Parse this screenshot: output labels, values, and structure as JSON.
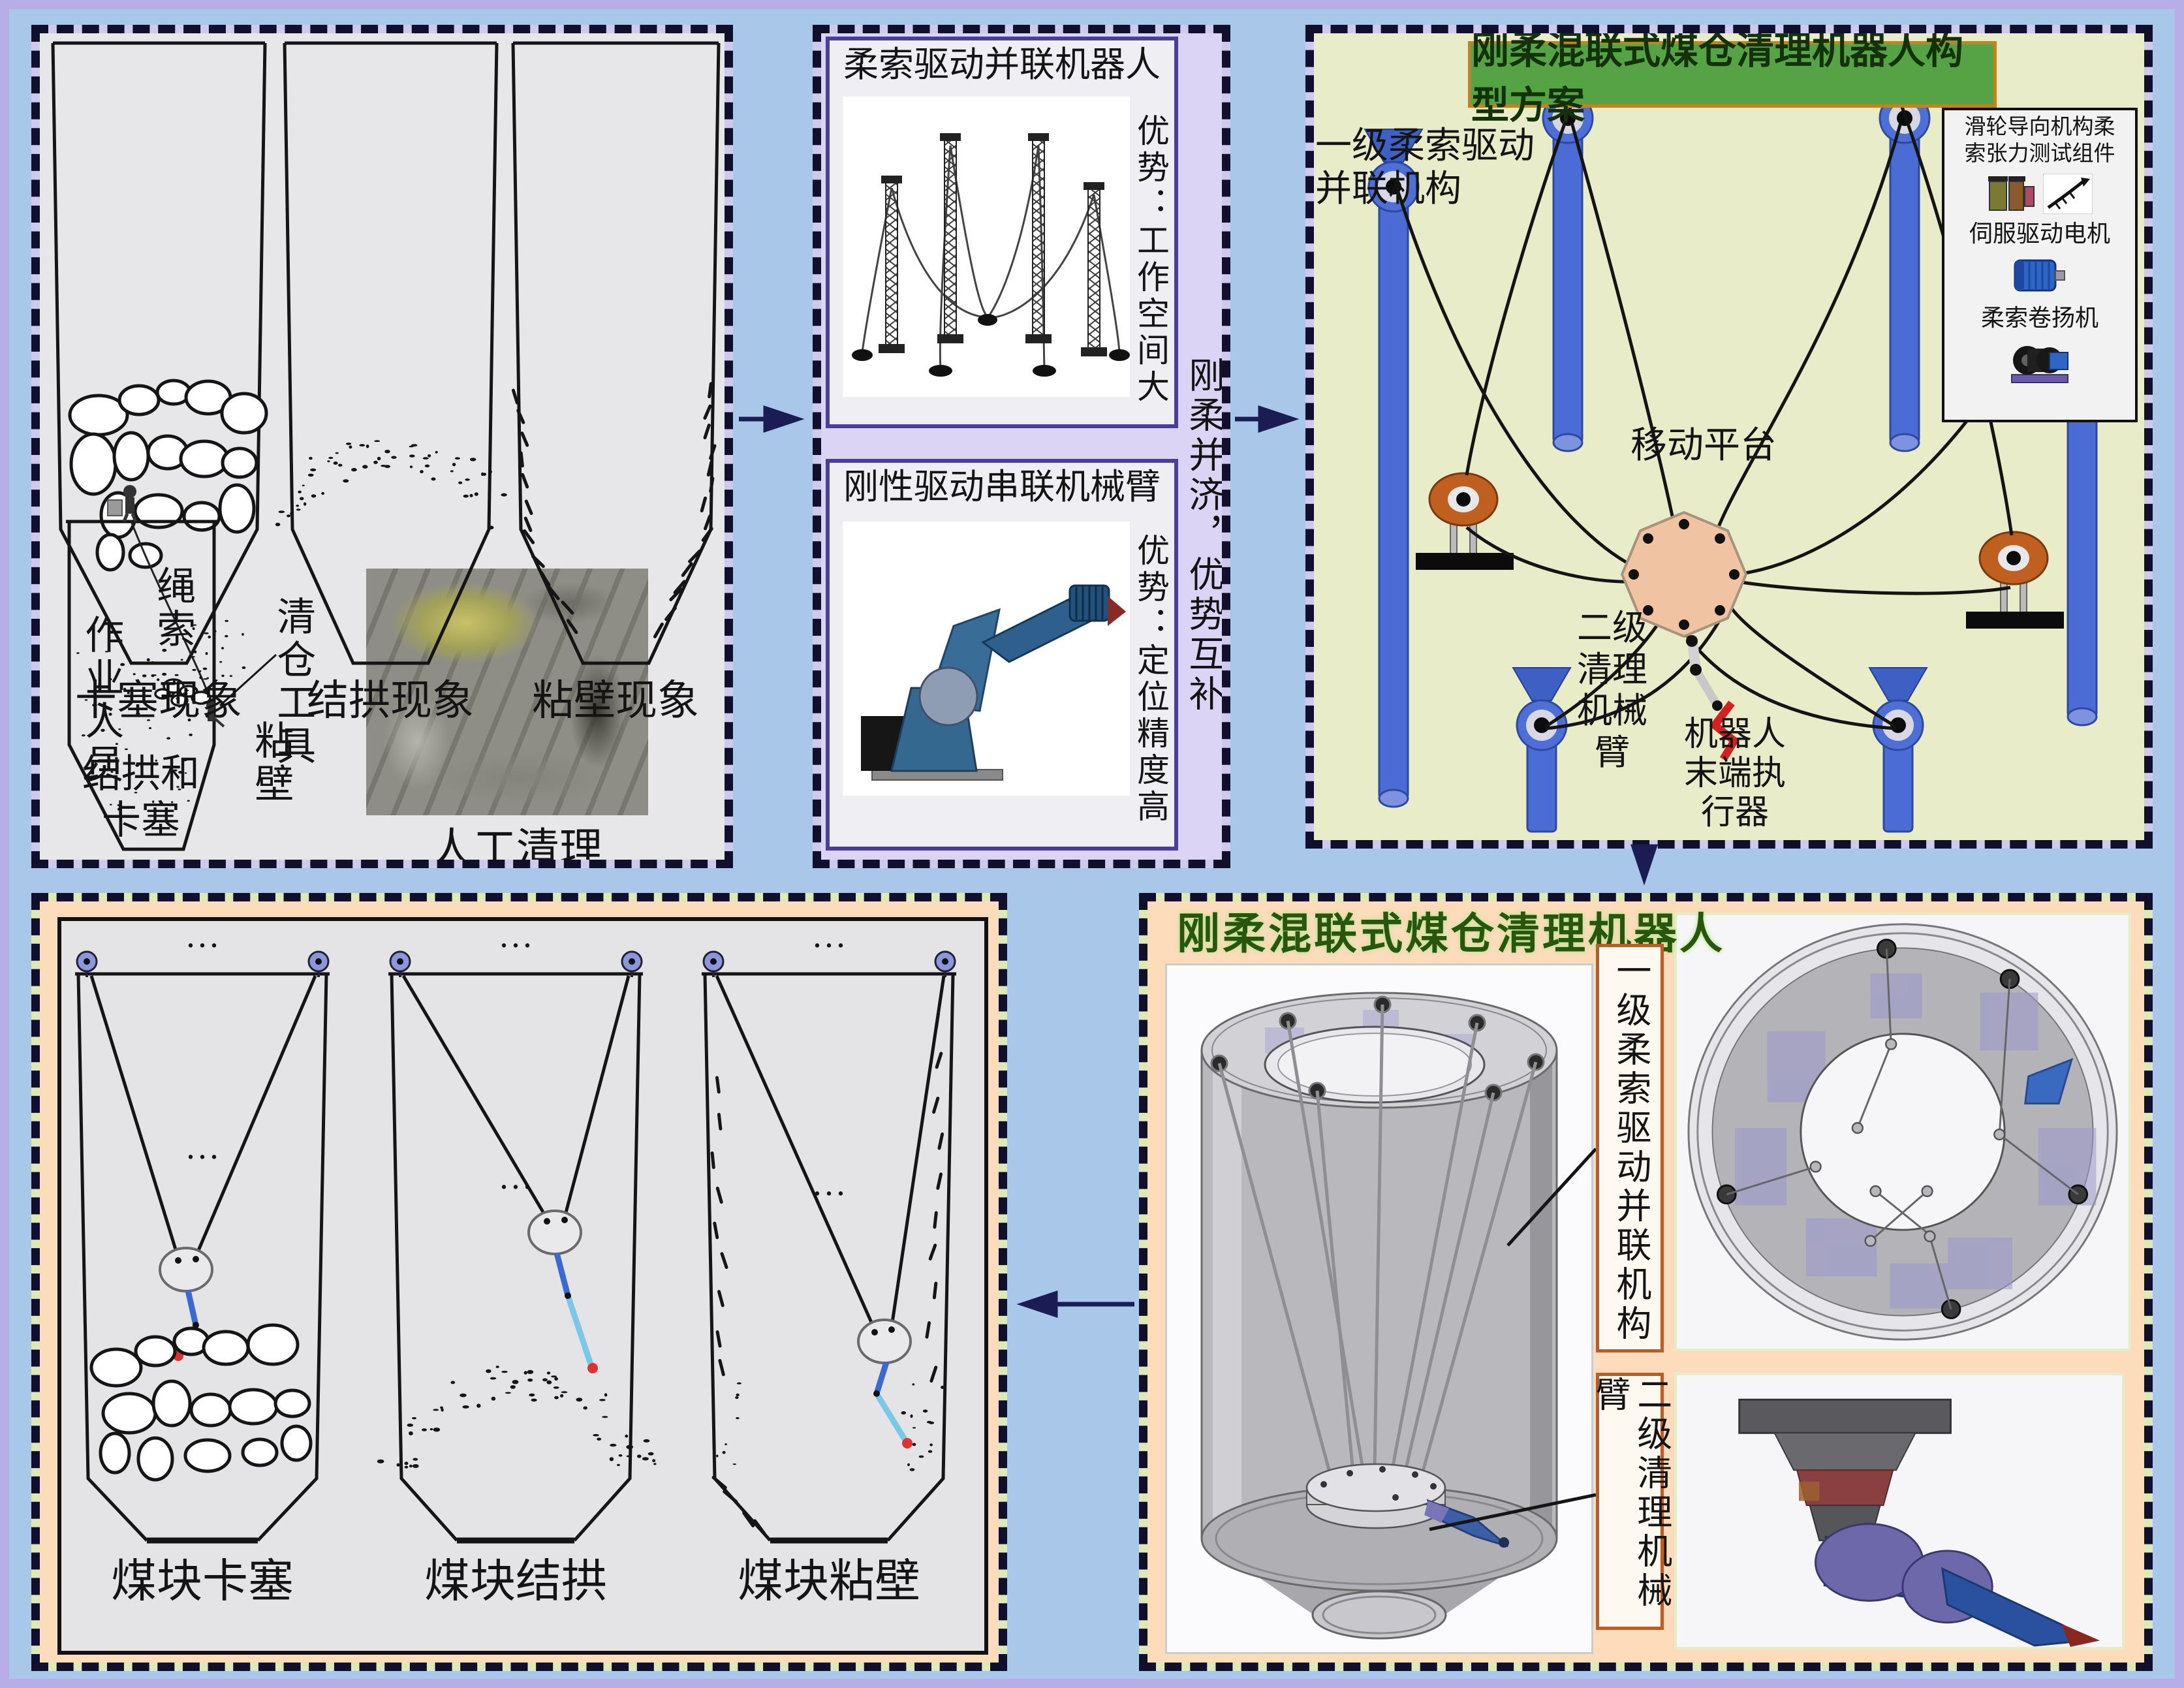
{
  "figure": {
    "panelA": {
      "bunker1_label": "卡塞现象",
      "bunker2_label": "结拱现象",
      "bunker3_label": "粘壁现象",
      "rope": "绳索",
      "worker": "作业人员",
      "tool": "清仓工具",
      "wall_stick": "粘壁",
      "arch_and_jam": "结拱和卡塞",
      "manual_label": "人工清理"
    },
    "panelB": {
      "flexible_title": "柔索驱动并联机器人",
      "flexible_adv": "优势：工作空间大",
      "rigid_title": "刚性驱动串联机械臂",
      "rigid_adv": "优势：定位精度高",
      "synergy": "刚柔并济，优势互补"
    },
    "panelC": {
      "title": "刚柔混联式煤仓清理机器人构型方案",
      "primary_mech": "一级柔索驱动并联机构",
      "platform": "移动平台",
      "secondary_arm": "二级清理机械臂",
      "end_effector": "机器人末端执行器",
      "legend_tension": "滑轮导向机构柔索张力测试组件",
      "legend_servo": "伺服驱动电机",
      "legend_winch": "柔索卷扬机"
    },
    "panelD": {
      "ellipsis": "···",
      "bunker1_label": "煤块卡塞",
      "bunker2_label": "煤块结拱",
      "bunker3_label": "煤块粘壁"
    },
    "panelE": {
      "title": "刚柔混联式煤仓清理机器人",
      "primary_mech": "一级柔索驱动并联机构",
      "secondary_arm": "二级清理机械臂"
    }
  }
}
